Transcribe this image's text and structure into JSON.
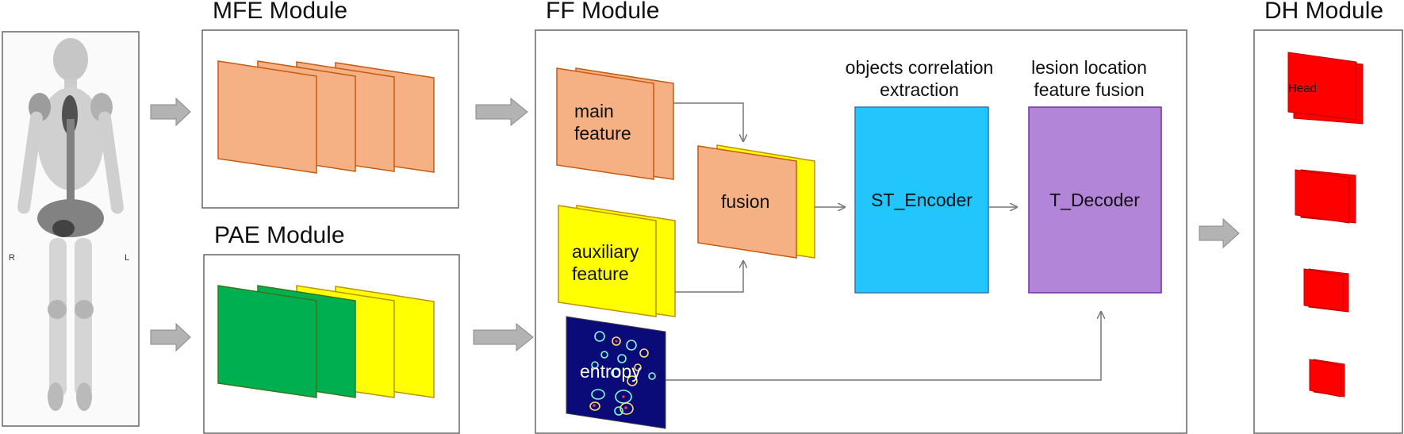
{
  "modules": {
    "mfe_title": "MFE Module",
    "pae_title": "PAE Module",
    "ff_title": "FF Module",
    "dh_title": "DH Module"
  },
  "scan": {
    "right_marker": "R",
    "left_marker": "L"
  },
  "ff": {
    "main_feature_line1": "main",
    "main_feature_line2": "feature",
    "aux_feature_line1": "auxiliary",
    "aux_feature_line2": "feature",
    "fusion": "fusion",
    "entropy": "entropy",
    "encoder_caption_line1": "objects correlation",
    "encoder_caption_line2": "extraction",
    "encoder": "ST_Encoder",
    "decoder_caption_line1": "lesion location",
    "decoder_caption_line2": "feature fusion",
    "decoder": "T_Decoder"
  },
  "dh": {
    "head_label": "Head"
  },
  "colors": {
    "orange": "#f5b183",
    "orange_border": "#c55a11",
    "green": "#00b050",
    "yellow": "#ffff00",
    "blue": "#22c6fc",
    "purple": "#b385d8",
    "red": "#ff0000",
    "navy": "#0a0a78",
    "arrow_gray": "#b3b3b3"
  }
}
